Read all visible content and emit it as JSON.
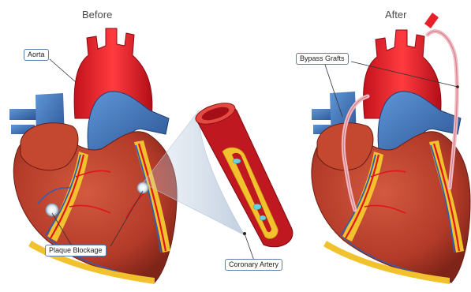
{
  "titles": {
    "before": "Before",
    "after": "After"
  },
  "labels": {
    "aorta": "Aorta",
    "plaque_blockage": "Plaque Blockage",
    "coronary_artery": "Coronary Artery",
    "bypass_grafts": "Bypass Grafts"
  },
  "colors": {
    "aorta_red": "#e8202a",
    "heart_muscle": "#b8402c",
    "vein_blue": "#3a6fb5",
    "fat_yellow": "#f2c12e",
    "plaque_cyan": "#6fd0dc",
    "graft_pink": "#f3b8c0",
    "callout_border": "#5b7fae"
  }
}
